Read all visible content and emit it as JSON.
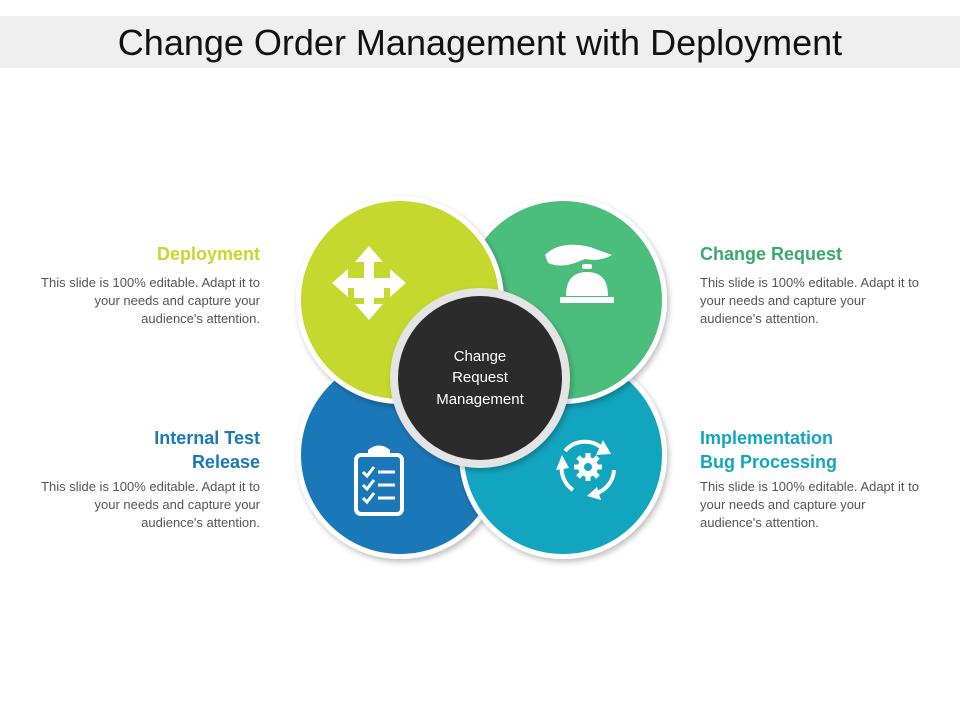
{
  "title": "Change Order Management with Deployment",
  "center_label": [
    "Change",
    "Request",
    "Management"
  ],
  "colors": {
    "deployment": "#c4d82e",
    "change_request": "#4cbe7c",
    "internal_test": "#1a78b8",
    "implementation": "#12a5c0",
    "center": "#2b2b2b"
  },
  "items": {
    "deployment": {
      "heading": "Deployment",
      "desc": "This slide is 100% editable. Adapt it to your needs and capture your audience's attention.",
      "icon": "move-arrows-icon"
    },
    "change_request": {
      "heading": "Change Request",
      "desc": "This slide is 100% editable. Adapt it to your needs and capture your audience's attention.",
      "icon": "service-bell-icon"
    },
    "internal_test": {
      "heading_line1": "Internal Test",
      "heading_line2": "Release",
      "desc": "This slide is 100% editable. Adapt it to your needs and capture your audience's attention.",
      "icon": "clipboard-checklist-icon"
    },
    "implementation": {
      "heading_line1": "Implementation",
      "heading_line2": "Bug Processing",
      "desc": "This slide is 100% editable. Adapt it to your needs and capture your audience's attention.",
      "icon": "gear-cycle-icon"
    }
  }
}
